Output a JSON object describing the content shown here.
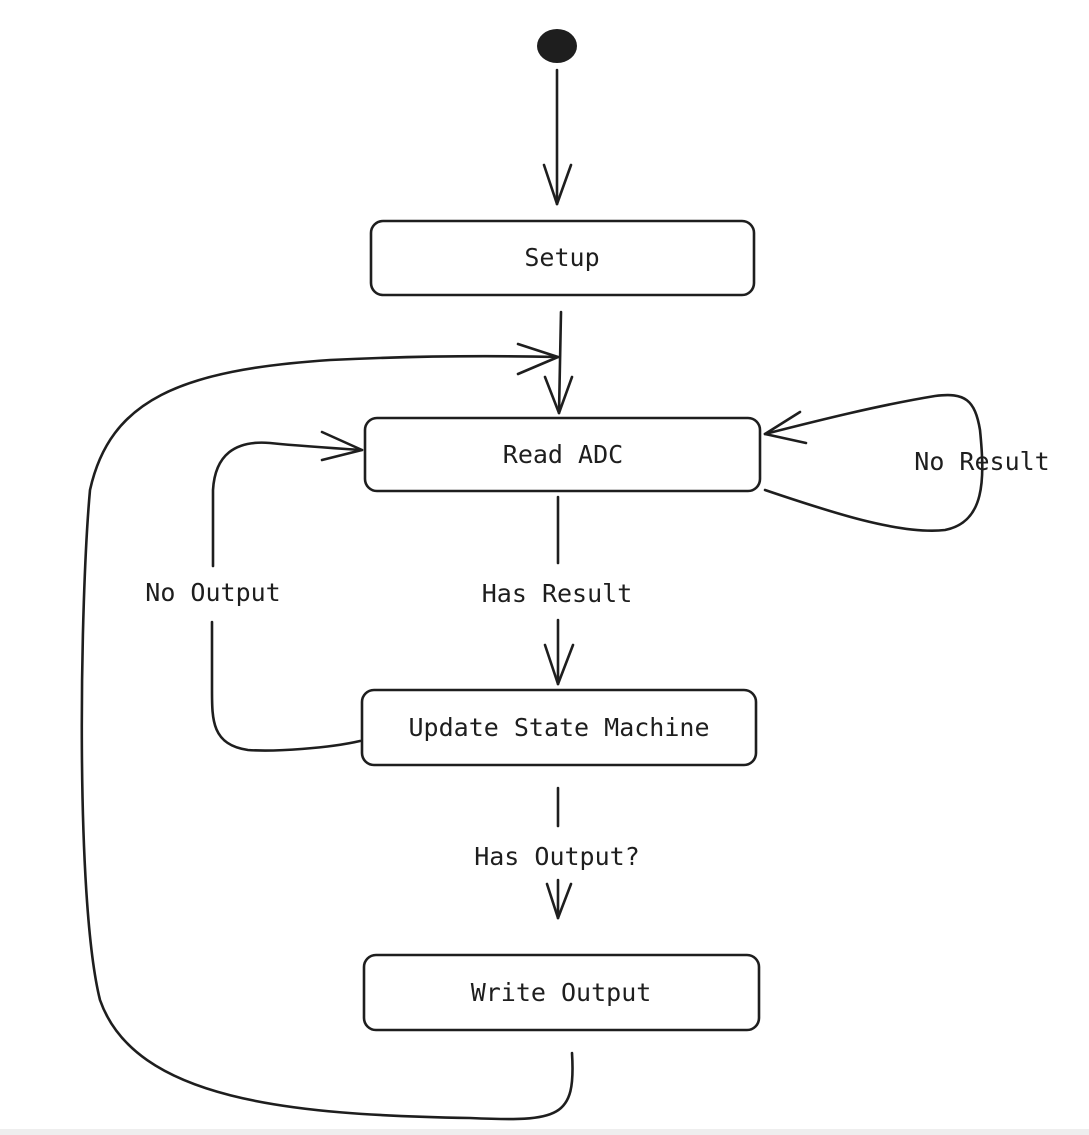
{
  "diagram": {
    "type": "state-diagram",
    "nodes": {
      "setup": "Setup",
      "read_adc": "Read ADC",
      "update_state_machine": "Update State Machine",
      "write_output": "Write Output"
    },
    "edges": {
      "has_result": "Has Result",
      "no_result": "No Result",
      "no_output": "No Output",
      "has_output": "Has Output?"
    }
  }
}
